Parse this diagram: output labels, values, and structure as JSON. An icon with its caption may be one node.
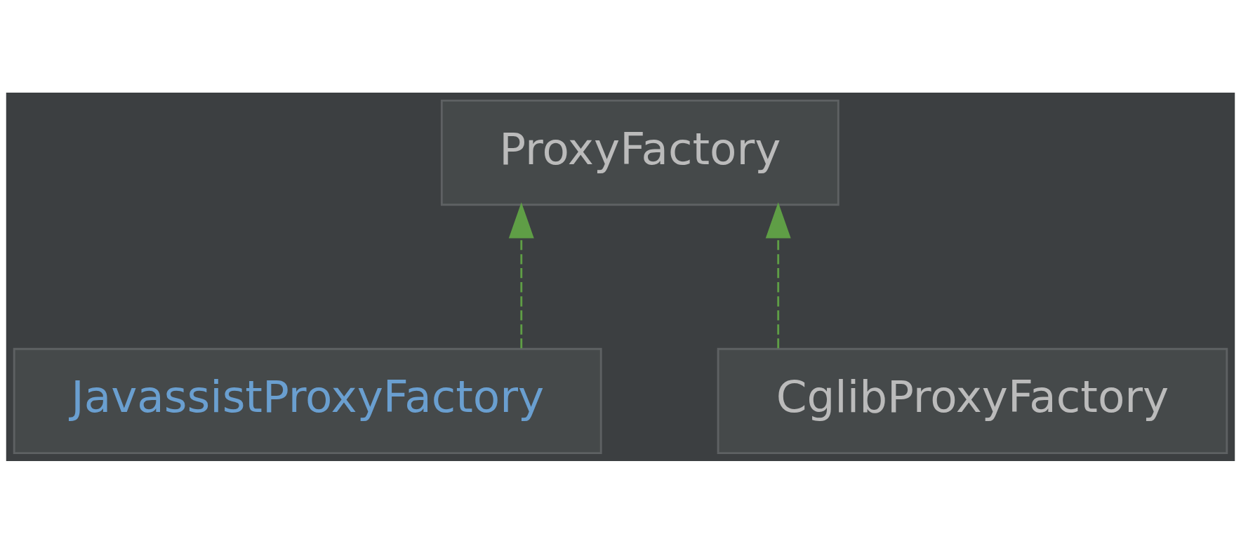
{
  "diagram": {
    "nodes": [
      {
        "text": [
          "ProxyFactory"
        ]
      },
      {
        "text": [
          "JavassistProxyFactory"
        ]
      },
      {
        "text": [
          "CglibProxyFactory"
        ]
      }
    ],
    "edges": [
      {
        "from": 1,
        "to": 0,
        "arrow": "to",
        "style": "dashed"
      },
      {
        "from": 2,
        "to": 0,
        "arrow": "to",
        "style": "dashed"
      }
    ]
  }
}
